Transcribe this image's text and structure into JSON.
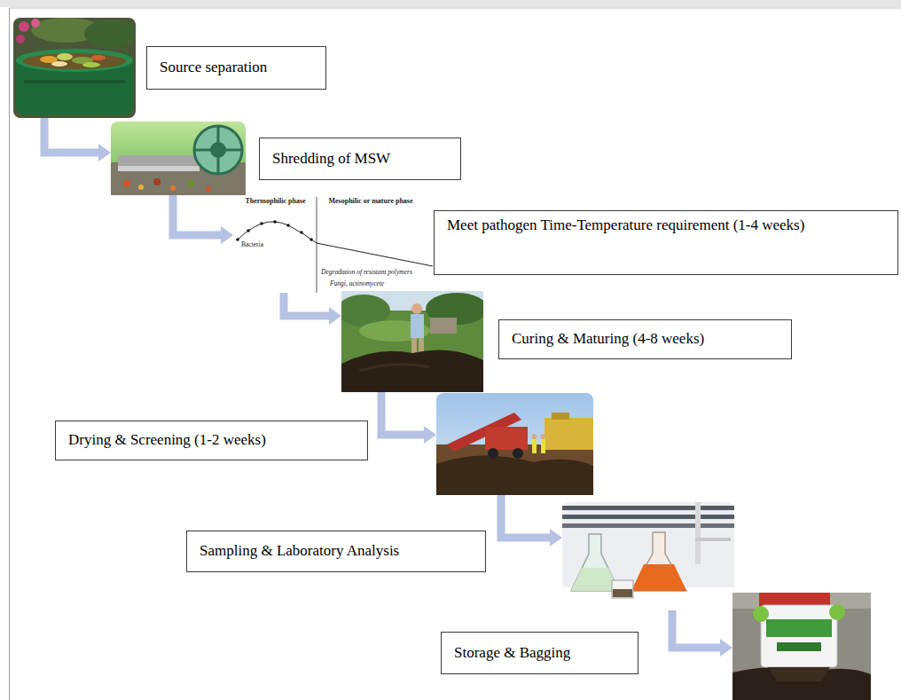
{
  "diagram": {
    "nodes": [
      {
        "text": [
          "Source separation"
        ]
      },
      {
        "text": [
          "Shredding of MSW"
        ]
      },
      {
        "text": [
          "Meet pathogen Time-Temperature requirement (1-4 weeks)"
        ]
      },
      {
        "text": [
          "Curing & Maturing (4-8 weeks)"
        ]
      },
      {
        "text": [
          "Drying & Screening (1-2 weeks)"
        ]
      },
      {
        "text": [
          "Sampling & Laboratory Analysis"
        ]
      },
      {
        "text": [
          "Storage & Bagging"
        ]
      }
    ],
    "edges": [
      {
        "from": 0,
        "to": 1,
        "arrow": "to"
      },
      {
        "from": 1,
        "to": 2,
        "arrow": "to"
      },
      {
        "from": 2,
        "to": 3,
        "arrow": "to"
      },
      {
        "from": 3,
        "to": 4,
        "arrow": "to"
      },
      {
        "from": 4,
        "to": 5,
        "arrow": "to"
      },
      {
        "from": 5,
        "to": 6,
        "arrow": "to"
      }
    ],
    "labels": [
      "Thermophilic phase",
      "Mesophilic or mature phase",
      "Bacteria",
      "Degradation of resistant polymers",
      "Fungi, actinomycete"
    ]
  }
}
